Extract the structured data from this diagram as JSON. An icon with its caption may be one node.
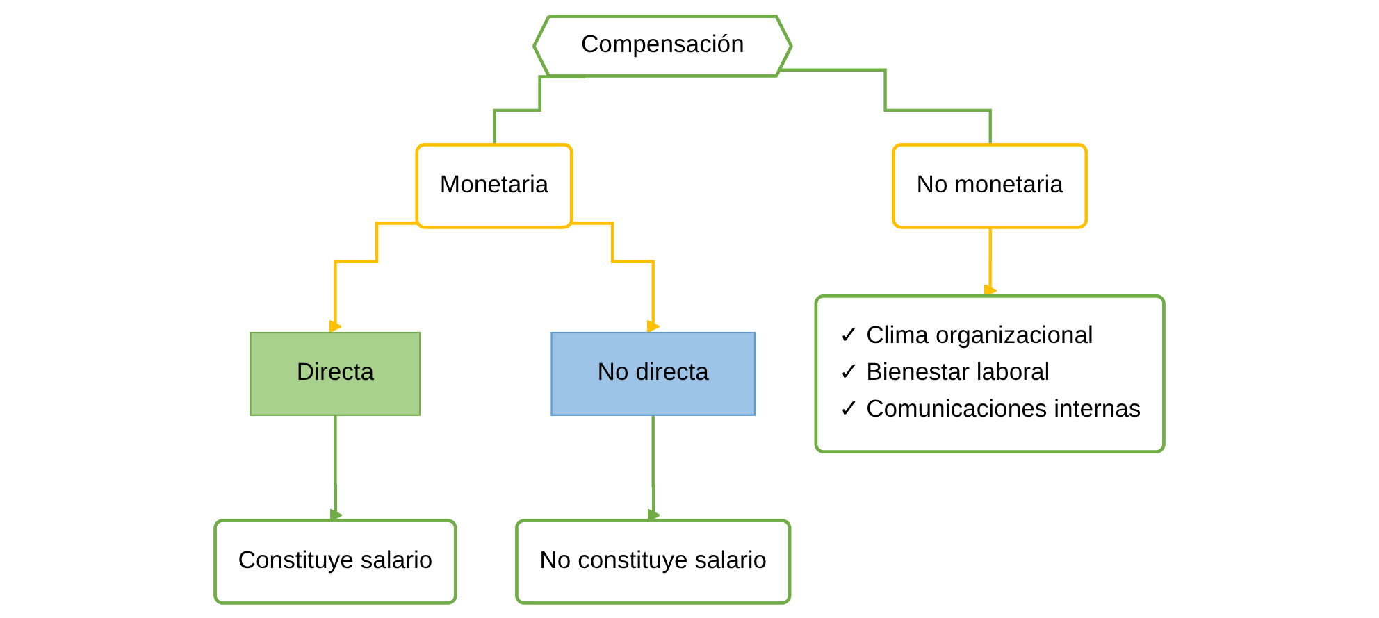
{
  "diagram": {
    "nodes": [
      {
        "text": [
          "Compensación"
        ]
      },
      {
        "text": [
          "Monetaria"
        ]
      },
      {
        "text": [
          "No monetaria"
        ]
      },
      {
        "text": [
          "Directa"
        ]
      },
      {
        "text": [
          "No directa"
        ]
      },
      {
        "text": [
          "Constituye salario"
        ]
      },
      {
        "text": [
          "No constituye salario"
        ]
      },
      {
        "text": [
          "✓ Clima organizacional",
          "✓ Bienestar laboral",
          "✓ Comunicaciones internas"
        ]
      }
    ],
    "edges": [
      {
        "from": 0,
        "to": 1,
        "arrow": "none"
      },
      {
        "from": 0,
        "to": 2,
        "arrow": "none"
      },
      {
        "from": 1,
        "to": 3,
        "arrow": "to",
        "color": "#ffc000"
      },
      {
        "from": 1,
        "to": 4,
        "arrow": "to",
        "color": "#ffc000"
      },
      {
        "from": 2,
        "to": 7,
        "arrow": "to",
        "color": "#ffc000"
      },
      {
        "from": 3,
        "to": 5,
        "arrow": "to"
      },
      {
        "from": 4,
        "to": 6,
        "arrow": "to"
      }
    ]
  }
}
